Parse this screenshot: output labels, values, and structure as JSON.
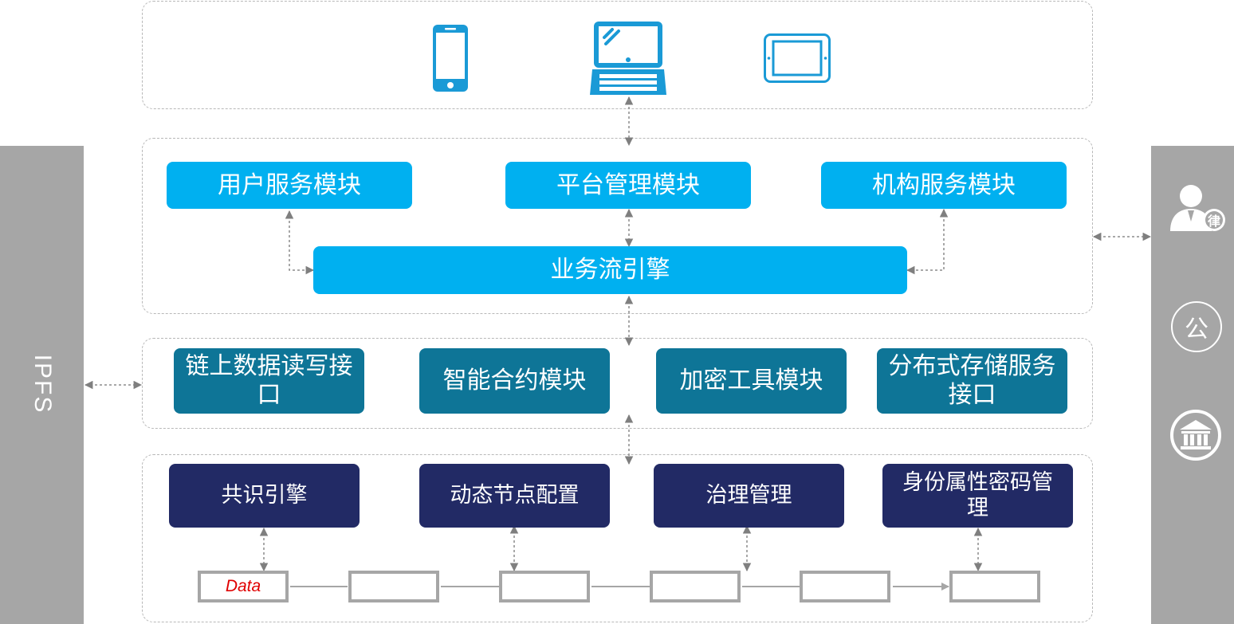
{
  "side_panels": {
    "left_label": "IPFS"
  },
  "device_icons": [
    "phone-icon",
    "laptop-icon",
    "tablet-icon"
  ],
  "app_layer": {
    "modules": [
      "用户服务模块",
      "平台管理模块",
      "机构服务模块"
    ],
    "engine": "业务流引擎"
  },
  "interface_layer": {
    "modules": [
      "链上数据读写接口",
      "智能合约模块",
      "加密工具模块",
      "分布式存储服务接口"
    ]
  },
  "core_layer": {
    "modules": [
      "共识引擎",
      "动态节点配置",
      "治理管理",
      "身份属性密码管理"
    ]
  },
  "chain": {
    "first_block_label": "Data",
    "block_count": 6
  },
  "right_icons": {
    "lawyer_char": "律",
    "notary_char": "公",
    "institution": "bank-icon"
  },
  "colors": {
    "light_blue": "#00b0f0",
    "teal": "#0e7597",
    "navy": "#222a65",
    "side_gray": "#a6a6a6",
    "device_blue": "#1a9ad6"
  }
}
